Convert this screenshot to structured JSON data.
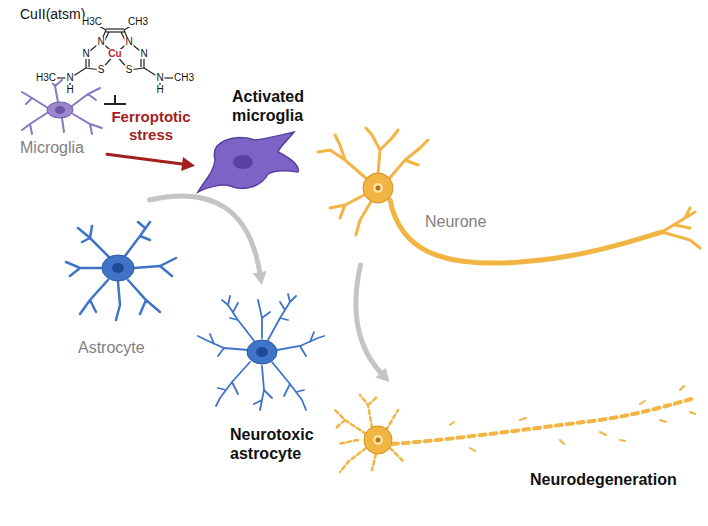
{
  "diagram": {
    "nodes": [
      {
        "text": [
          "CuII(atsm)"
        ]
      },
      {
        "text": [
          "Microglia"
        ]
      },
      {
        "text": [
          "Activated microglia"
        ]
      },
      {
        "text": [
          "Neurone"
        ]
      },
      {
        "text": [
          "Astrocyte"
        ]
      },
      {
        "text": [
          "Neurotoxic astrocyte"
        ]
      },
      {
        "text": [
          "Neurodegeneration"
        ]
      }
    ],
    "edges": [
      {
        "from": 1,
        "to": 2,
        "label": "Ferroptotic stress",
        "arrow": "to"
      },
      {
        "from": 4,
        "to": 5,
        "arrow": "to"
      },
      {
        "from": 3,
        "to": 6,
        "arrow": "to"
      }
    ],
    "labels": [
      "H3C",
      "CH3",
      "N",
      "N",
      "Cu",
      "N",
      "N",
      "S",
      "S",
      "N",
      "H",
      "N",
      "H",
      "H3C",
      "CH3"
    ]
  }
}
